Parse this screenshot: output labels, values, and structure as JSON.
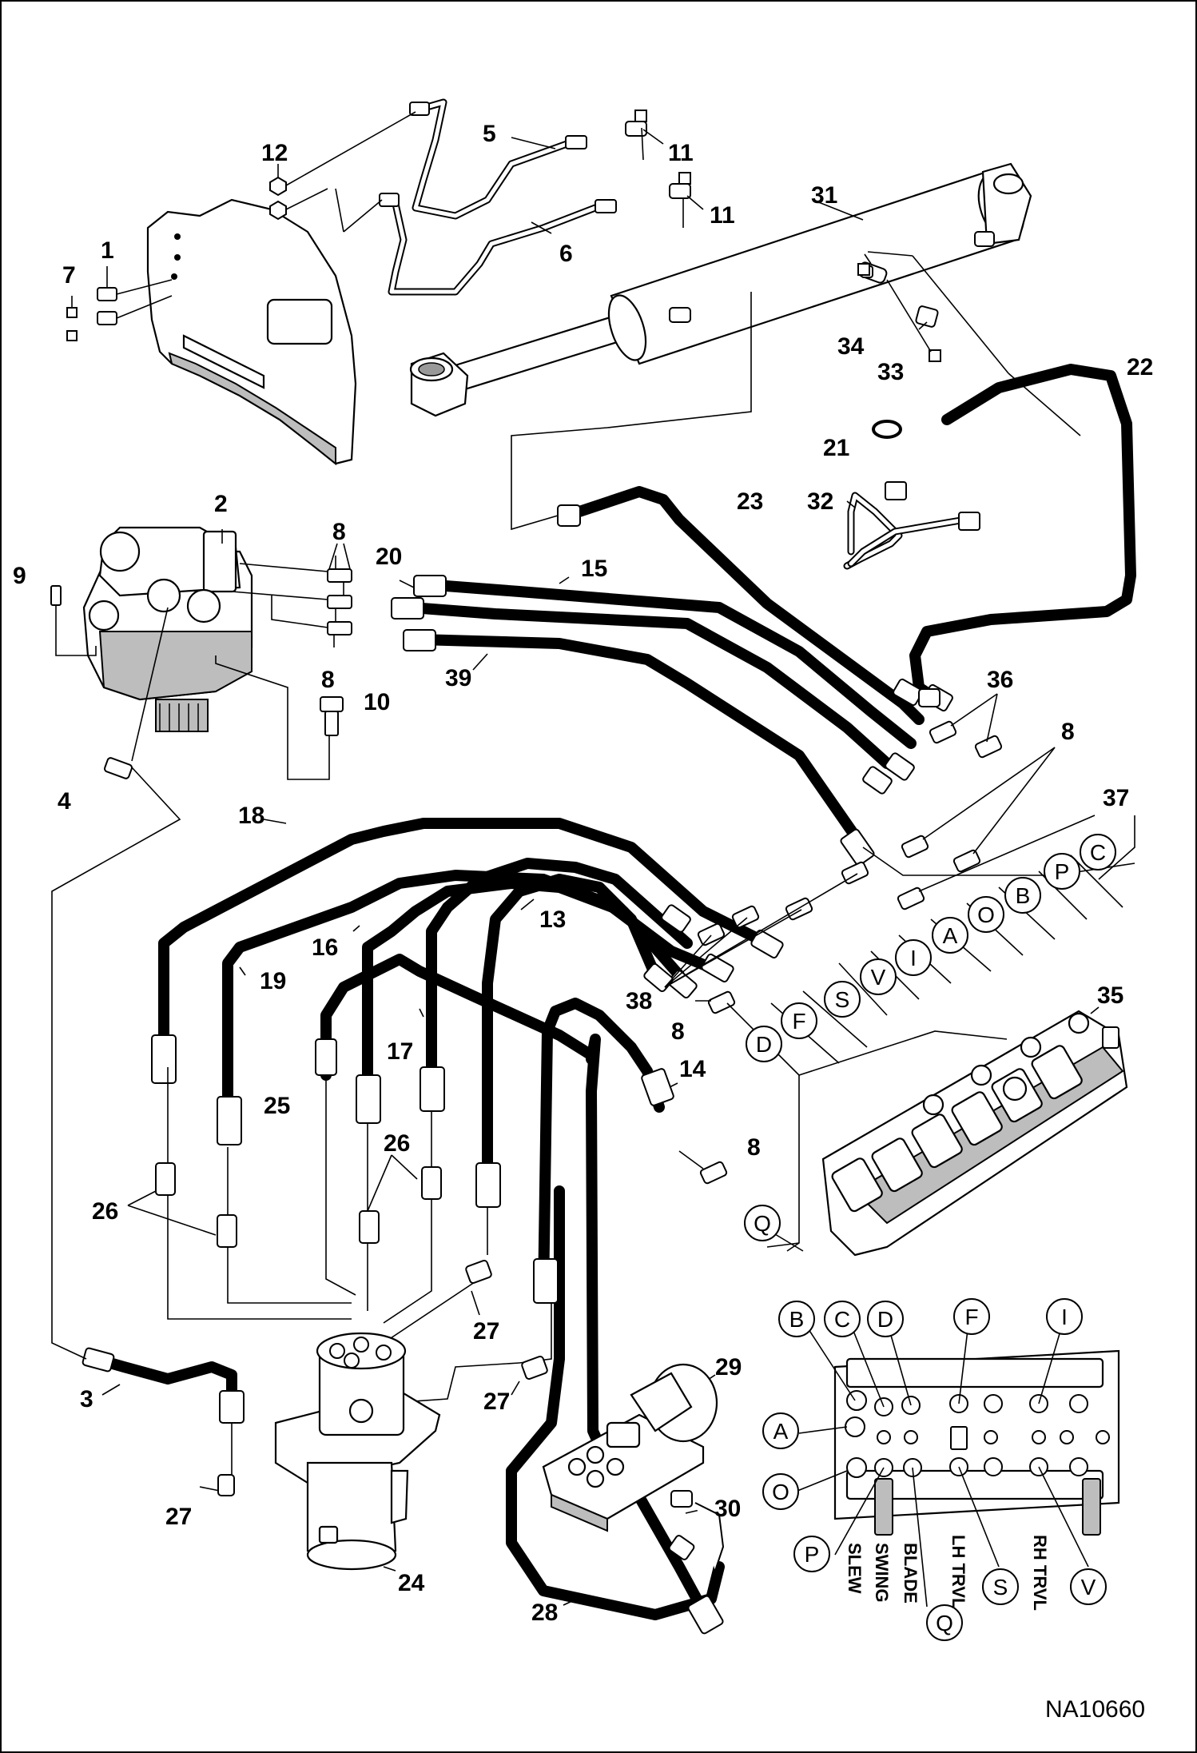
{
  "drawing_id": "NA10660",
  "callouts": {
    "c1": "1",
    "c2": "2",
    "c3": "3",
    "c4": "4",
    "c5": "5",
    "c6": "6",
    "c7": "7",
    "c8a": "8",
    "c8b": "8",
    "c8c": "8",
    "c8d": "8",
    "c8e": "8",
    "c9": "9",
    "c10": "10",
    "c11a": "11",
    "c11b": "11",
    "c12": "12",
    "c13": "13",
    "c14": "14",
    "c15": "15",
    "c16": "16",
    "c17": "17",
    "c18": "18",
    "c19": "19",
    "c20": "20",
    "c21": "21",
    "c22": "22",
    "c23": "23",
    "c24": "24",
    "c25": "25",
    "c26a": "26",
    "c26b": "26",
    "c27a": "27",
    "c27b": "27",
    "c27c": "27",
    "c28": "28",
    "c29": "29",
    "c30": "30",
    "c31": "31",
    "c32": "32",
    "c33": "33",
    "c34": "34",
    "c35": "35",
    "c36": "36",
    "c37": "37",
    "c38": "38",
    "c39": "39"
  },
  "port_letters": {
    "C": "C",
    "P": "P",
    "B": "B",
    "O": "O",
    "A": "A",
    "I": "I",
    "V": "V",
    "S": "S",
    "F": "F",
    "D": "D",
    "Q": "Q"
  },
  "valve_letters": {
    "B": "B",
    "C": "C",
    "D": "D",
    "F": "F",
    "I": "I",
    "A": "A",
    "O": "O",
    "P": "P",
    "Q": "Q",
    "S": "S",
    "V": "V"
  },
  "section_labels": {
    "slew": "SLEW",
    "swing": "SWING",
    "blade": "BLADE",
    "lh_trvl": "LH TRVL",
    "rh_trvl": "RH TRVL"
  }
}
